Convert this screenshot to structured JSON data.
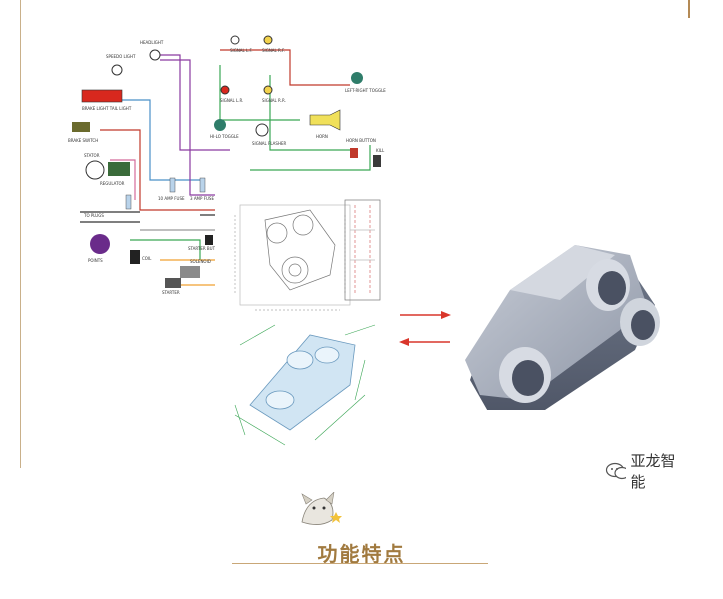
{
  "watermark": {
    "text": "亚龙智能",
    "icon": "wechat-icon"
  },
  "section": {
    "title": "功能特点"
  },
  "colors": {
    "accent": "#a17a3f",
    "rule": "#c9b08a",
    "arrow": "#d9362b",
    "part": "#9aa3b4"
  },
  "schematic_labels": {
    "headlight": "HEADLIGHT",
    "speedo_light": "SPEEDO LIGHT",
    "brake_tail_light": "BRAKE LIGHT TAIL LIGHT",
    "brake_switch": "BRAKE SWITCH",
    "stator": "STATOR",
    "regulator": "REGULATOR",
    "to_plugs": "TO PLUGS",
    "points": "POINTS",
    "coil": "COIL",
    "signal_lf": "SIGNAL L.F.",
    "signal_rf": "SIGNAL R.F.",
    "signal_lr": "SIGNAL L.R.",
    "signal_rr": "SIGNAL R.R.",
    "left_right_toggle": "LEFT-RIGHT TOGGLE",
    "hilo_toggle": "HI-LO TOGGLE",
    "signal_flasher": "SIGNAL FLASHER",
    "horn": "HORN",
    "horn_button": "HORN BUTTON",
    "kill_button": "KILL",
    "fuse_10": "10 AMP FUSE",
    "fuse_3": "3 AMP FUSE",
    "starter_button": "STARTER BUTTON",
    "solenoid": "SOLENOID",
    "starter": "STARTER"
  }
}
